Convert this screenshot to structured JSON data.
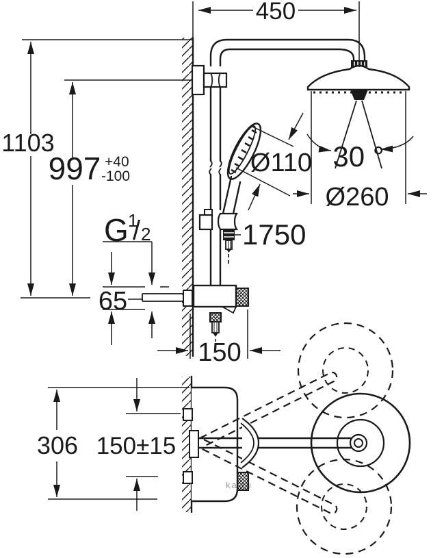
{
  "drawing": {
    "dims": {
      "arm_reach": "450",
      "height_total": "1103",
      "height_rail": "997",
      "tol_plus": "+40",
      "tol_minus": "-100",
      "thread_g": "G",
      "thread_num": "1",
      "thread_slash": "/",
      "thread_den": "2",
      "offset_65": "65",
      "hand_shower_dia": "Ø110",
      "head_shower_dia": "Ø260",
      "spray_angle": "30 °",
      "hose_length": "1750",
      "body_depth": "150",
      "plan_height": "306",
      "supply_spacing": "150±15"
    },
    "watermark": "ka.ru"
  }
}
